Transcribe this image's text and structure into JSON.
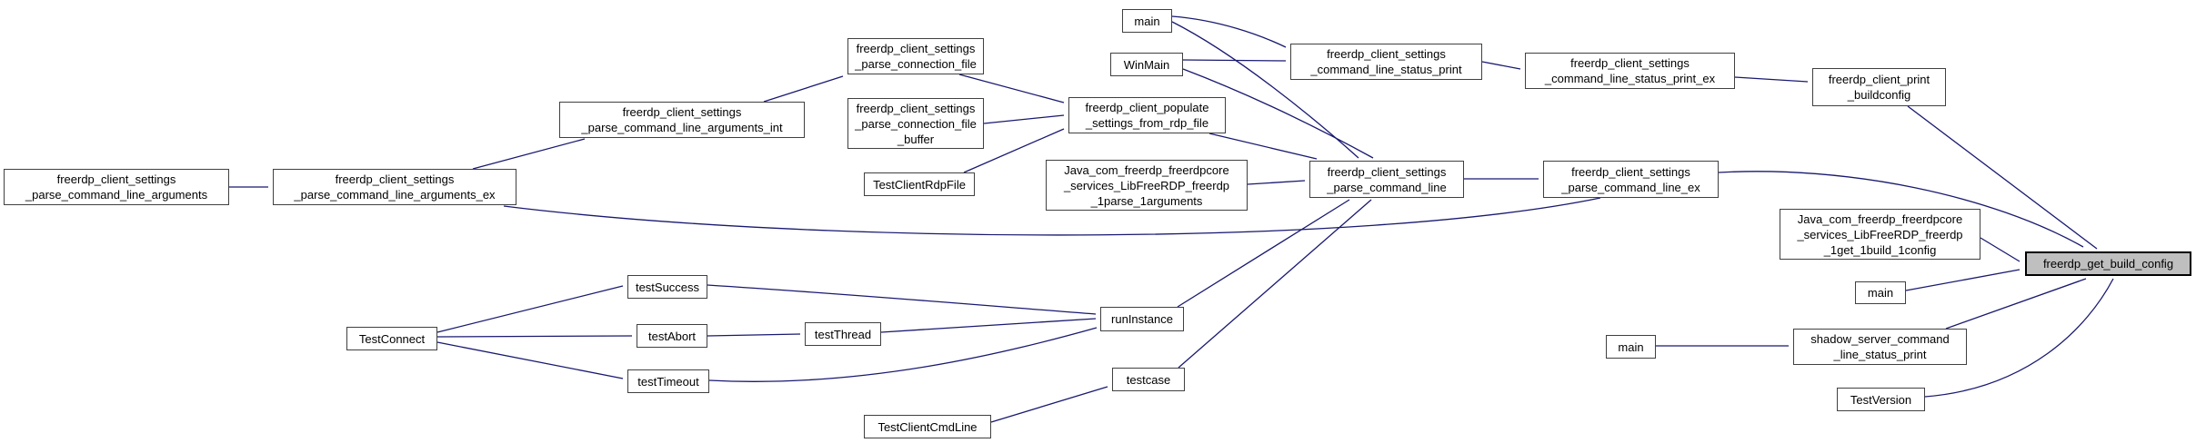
{
  "graph": {
    "title": "freerdp_get_build_config caller graph",
    "target_node": "freerdp_get_build_config",
    "colors": {
      "edge": "#191970",
      "node_fill": "#ffffff",
      "node_border": "#404040",
      "target_fill": "#bfbfbf",
      "text": "#000000"
    },
    "nodes": [
      {
        "id": "n1",
        "label": "freerdp_client_settings\n_parse_command_line_arguments",
        "target": false
      },
      {
        "id": "n2",
        "label": "freerdp_client_settings\n_parse_command_line_arguments_ex",
        "target": false
      },
      {
        "id": "n3",
        "label": "freerdp_client_settings\n_parse_command_line_arguments_int",
        "target": false
      },
      {
        "id": "n4",
        "label": "freerdp_client_settings\n_parse_connection_file",
        "target": false
      },
      {
        "id": "n5",
        "label": "freerdp_client_settings\n_parse_connection_file\n_buffer",
        "target": false
      },
      {
        "id": "n6",
        "label": "TestClientRdpFile",
        "target": false
      },
      {
        "id": "n7",
        "label": "freerdp_client_populate\n_settings_from_rdp_file",
        "target": false
      },
      {
        "id": "n8",
        "label": "Java_com_freerdp_freerdpcore\n_services_LibFreeRDP_freerdp\n_1parse_1arguments",
        "target": false
      },
      {
        "id": "n9",
        "label": "main",
        "target": false
      },
      {
        "id": "n10",
        "label": "WinMain",
        "target": false
      },
      {
        "id": "n11",
        "label": "freerdp_client_settings\n_command_line_status_print",
        "target": false
      },
      {
        "id": "n12",
        "label": "freerdp_client_settings\n_command_line_status_print_ex",
        "target": false
      },
      {
        "id": "n13",
        "label": "freerdp_client_print\n_buildconfig",
        "target": false
      },
      {
        "id": "n14",
        "label": "freerdp_client_settings\n_parse_command_line",
        "target": false
      },
      {
        "id": "n15",
        "label": "freerdp_client_settings\n_parse_command_line_ex",
        "target": false
      },
      {
        "id": "n16",
        "label": "Java_com_freerdp_freerdpcore\n_services_LibFreeRDP_freerdp\n_1get_1build_1config",
        "target": false
      },
      {
        "id": "n17",
        "label": "main",
        "target": false
      },
      {
        "id": "n18",
        "label": "shadow_server_command\n_line_status_print",
        "target": false
      },
      {
        "id": "n19",
        "label": "TestVersion",
        "target": false
      },
      {
        "id": "n20",
        "label": "main",
        "target": false
      },
      {
        "id": "n21",
        "label": "freerdp_get_build_config",
        "target": true
      },
      {
        "id": "n22",
        "label": "testSuccess",
        "target": false
      },
      {
        "id": "n23",
        "label": "testAbort",
        "target": false
      },
      {
        "id": "n24",
        "label": "testThread",
        "target": false
      },
      {
        "id": "n25",
        "label": "testTimeout",
        "target": false
      },
      {
        "id": "n26",
        "label": "TestConnect",
        "target": false
      },
      {
        "id": "n27",
        "label": "runInstance",
        "target": false
      },
      {
        "id": "n28",
        "label": "testcase",
        "target": false
      },
      {
        "id": "n29",
        "label": "TestClientCmdLine",
        "target": false
      }
    ],
    "edges": [
      {
        "from": "n1",
        "to": "n2"
      },
      {
        "from": "n2",
        "to": "n3"
      },
      {
        "from": "n3",
        "to": "n4"
      },
      {
        "from": "n4",
        "to": "n7"
      },
      {
        "from": "n5",
        "to": "n7"
      },
      {
        "from": "n6",
        "to": "n7"
      },
      {
        "from": "n7",
        "to": "n14"
      },
      {
        "from": "n8",
        "to": "n14"
      },
      {
        "from": "n9",
        "to": "n11"
      },
      {
        "from": "n9",
        "to": "n14"
      },
      {
        "from": "n10",
        "to": "n11"
      },
      {
        "from": "n10",
        "to": "n14"
      },
      {
        "from": "n11",
        "to": "n12"
      },
      {
        "from": "n12",
        "to": "n13"
      },
      {
        "from": "n13",
        "to": "n21"
      },
      {
        "from": "n14",
        "to": "n15"
      },
      {
        "from": "n15",
        "to": "n21"
      },
      {
        "from": "n15",
        "to": "n2"
      },
      {
        "from": "n16",
        "to": "n21"
      },
      {
        "from": "n17",
        "to": "n21"
      },
      {
        "from": "n18",
        "to": "n21"
      },
      {
        "from": "n19",
        "to": "n21"
      },
      {
        "from": "n20",
        "to": "n18"
      },
      {
        "from": "n26",
        "to": "n22"
      },
      {
        "from": "n26",
        "to": "n23"
      },
      {
        "from": "n26",
        "to": "n25"
      },
      {
        "from": "n23",
        "to": "n24"
      },
      {
        "from": "n22",
        "to": "n27"
      },
      {
        "from": "n24",
        "to": "n27"
      },
      {
        "from": "n25",
        "to": "n27"
      },
      {
        "from": "n27",
        "to": "n14"
      },
      {
        "from": "n28",
        "to": "n14"
      },
      {
        "from": "n29",
        "to": "n28"
      }
    ]
  }
}
